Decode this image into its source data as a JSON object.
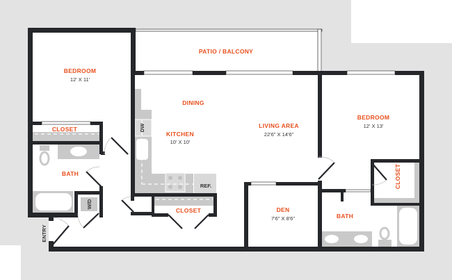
{
  "plan": {
    "patio": {
      "label": "PATIO / BALCONY"
    },
    "bedroom_1": {
      "label": "BEDROOM",
      "size": "12' X 11'"
    },
    "dining": {
      "label": "DINING"
    },
    "kitchen": {
      "label": "KITCHEN",
      "size": "10' X 10'"
    },
    "living": {
      "label": "LIVING AREA",
      "size": "22'6\" X 14'6\""
    },
    "bedroom_2": {
      "label": "BEDROOM",
      "size": "12' X 13'"
    },
    "closet_1": {
      "label": "CLOSET"
    },
    "closet_2": {
      "label": "CLOSET"
    },
    "closet_3": {
      "label": "CLOSET"
    },
    "bath_1": {
      "label": "BATH"
    },
    "bath_2": {
      "label": "BATH"
    },
    "den": {
      "label": "DEN",
      "size": "7'6\" X 8'6\""
    },
    "fixtures": {
      "dw": "DW",
      "ref": "REF.",
      "wd": "W/D"
    },
    "entry": {
      "label": "ENTRY"
    }
  },
  "colors": {
    "label": "#e8501e",
    "wall": "#26272b",
    "fixture": "#c9c9c9",
    "background": "#e3e3e3"
  }
}
